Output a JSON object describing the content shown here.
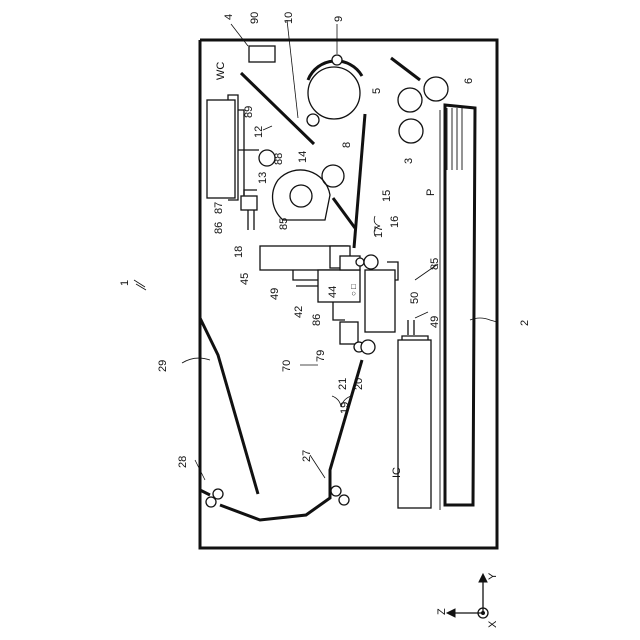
{
  "diagram": {
    "labels": {
      "l4": "4",
      "l90": "90",
      "l10": "10",
      "l9": "9",
      "lWC": "WC",
      "l5": "5",
      "l6": "6",
      "l89": "89",
      "l12": "12",
      "l88": "88",
      "l14": "14",
      "l8": "8",
      "l3": "3",
      "l13": "13",
      "l87": "87",
      "l86a": "86",
      "l85a": "85",
      "lP": "P",
      "l15": "15",
      "l17": "17",
      "l16": "16",
      "l18": "18",
      "l85b": "85",
      "l1": "1",
      "l45": "45",
      "l49a": "49",
      "l44": "44",
      "l50": "50",
      "l42": "42",
      "l86b": "86",
      "l49b": "49",
      "l2": "2",
      "l29": "29",
      "l70": "70",
      "l79": "79",
      "l21": "21",
      "l20": "20",
      "l19": "19",
      "l28": "28",
      "l27": "27",
      "lIC": "IC",
      "lY": "Y",
      "lZ": "Z",
      "lX": "X"
    }
  }
}
